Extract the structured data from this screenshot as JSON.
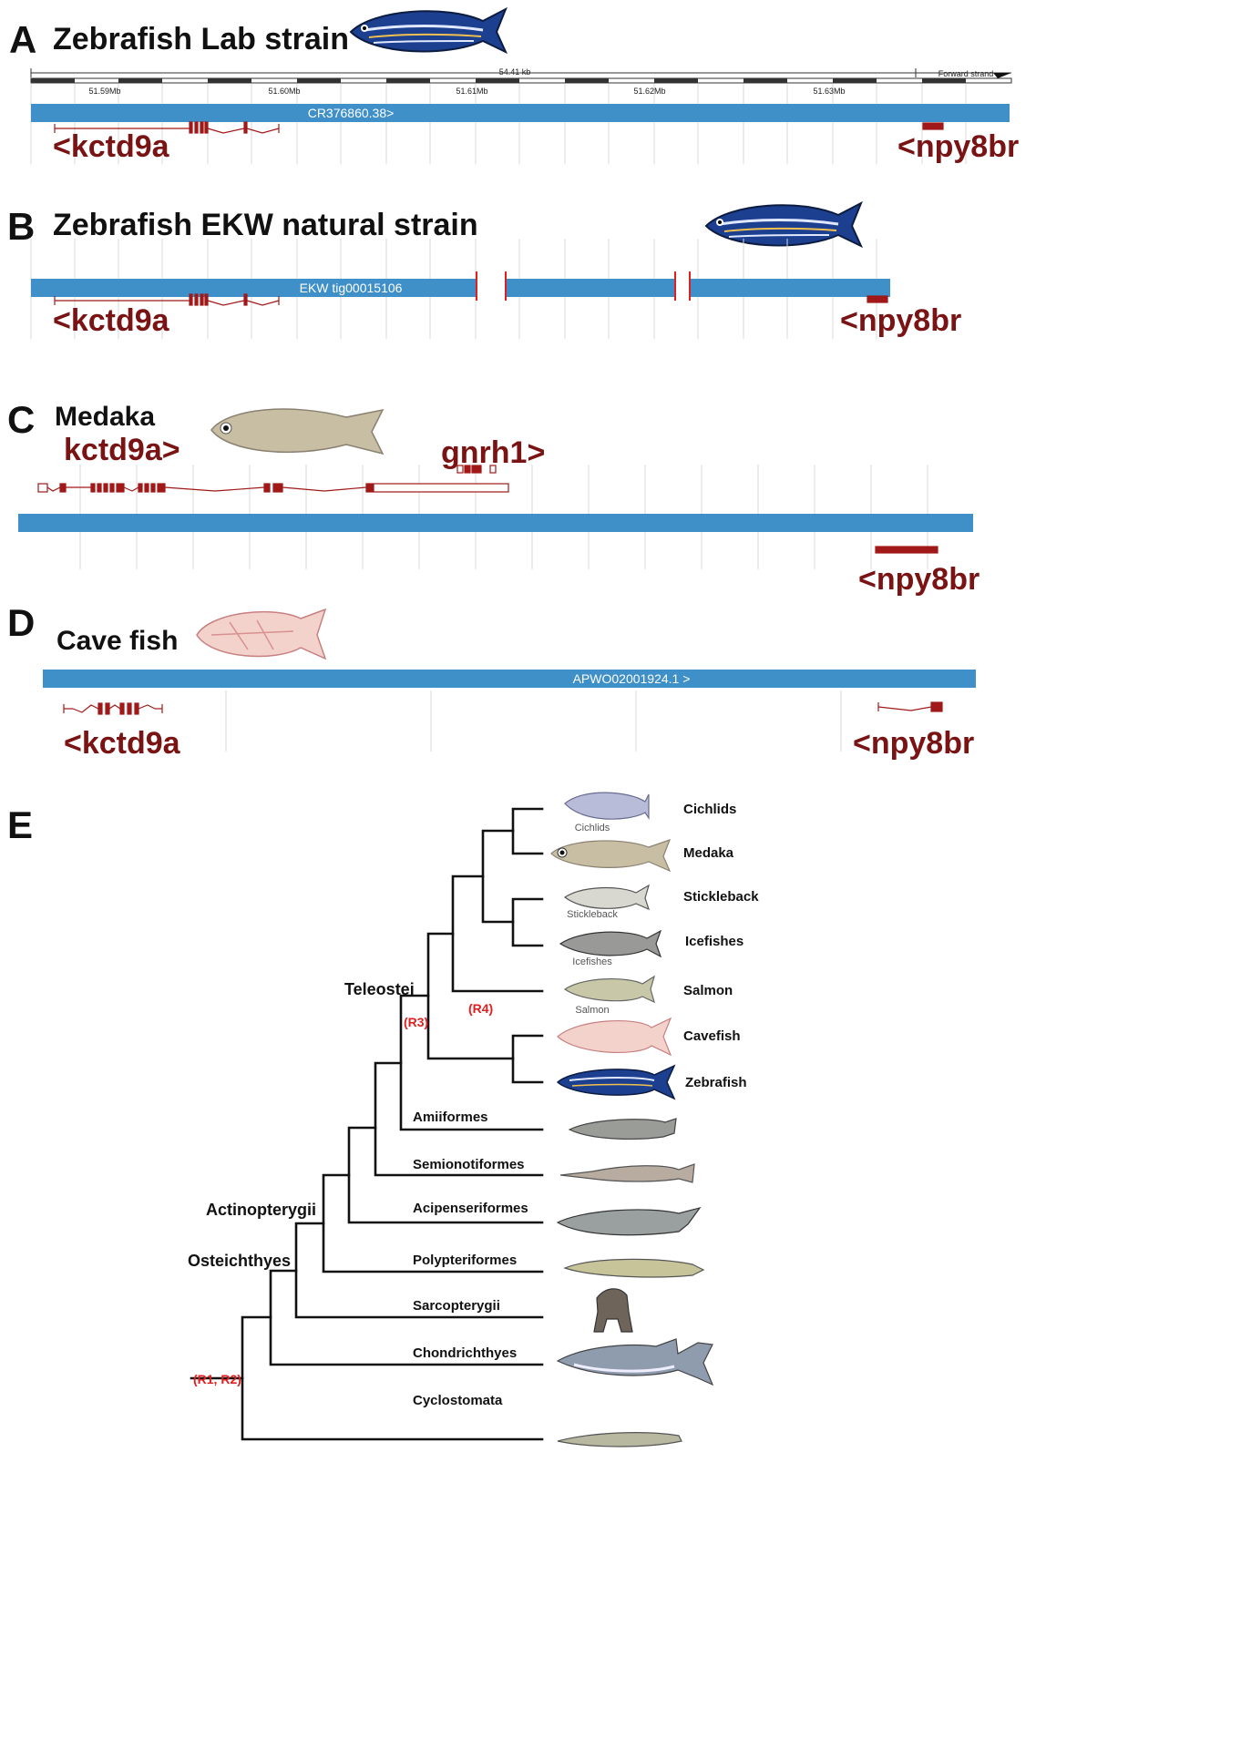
{
  "panels": {
    "a": {
      "letter": "A",
      "title": "Zebrafish Lab strain",
      "ruler_span": "54.41 kb",
      "ruler_ticks": [
        "51.59Mb",
        "51.60Mb",
        "51.61Mb",
        "51.62Mb",
        "51.63Mb"
      ],
      "strand": "Forward strand",
      "contig": "CR376860.38>",
      "gene_left": "<kctd9a",
      "gene_right": "<npy8br"
    },
    "b": {
      "letter": "B",
      "title": "Zebrafish EKW natural strain",
      "contig": "EKW tig00015106",
      "gene_left": "<kctd9a",
      "gene_right": "<npy8br"
    },
    "c": {
      "letter": "C",
      "title": "Medaka",
      "gene_left": "kctd9a>",
      "gene_mid": "gnrh1>",
      "gene_right": "<npy8br"
    },
    "d": {
      "letter": "D",
      "title": "Cave fish",
      "contig": "APWO02001924.1 >",
      "gene_left": "<kctd9a",
      "gene_right": "<npy8br"
    },
    "e": {
      "letter": "E",
      "clades": {
        "teleostei": "Teleostei",
        "actinopterygii": "Actinopterygii",
        "osteichthyes": "Osteichthyes"
      },
      "events": {
        "r3": "(R3)",
        "r4": "(R4)",
        "r1r2": "(R1, R2)"
      },
      "taxa": [
        "Cichlids",
        "Medaka",
        "Stickleback",
        "Icefishes",
        "Salmon",
        "Cavefish",
        "Zebrafish",
        "Amiiformes",
        "Semionotiformes",
        "Acipenseriformes",
        "Polypteriformes",
        "Sarcopterygii",
        "Chondrichthyes",
        "Cyclostomata"
      ],
      "image_captions": [
        "Cichlids",
        "Stickleback",
        "Icefishes",
        "Salmon"
      ]
    }
  },
  "colors": {
    "contig_bar": "#3f8fc8",
    "gene": "#7a1414",
    "event": "#e02020"
  },
  "icons": [
    "zebrafish-illustration",
    "medaka-illustration",
    "cavefish-illustration",
    "shark-illustration",
    "sturgeon-illustration",
    "gar-illustration",
    "bichir-illustration",
    "bowfin-illustration",
    "chimp-illustration",
    "lamprey-illustration"
  ]
}
